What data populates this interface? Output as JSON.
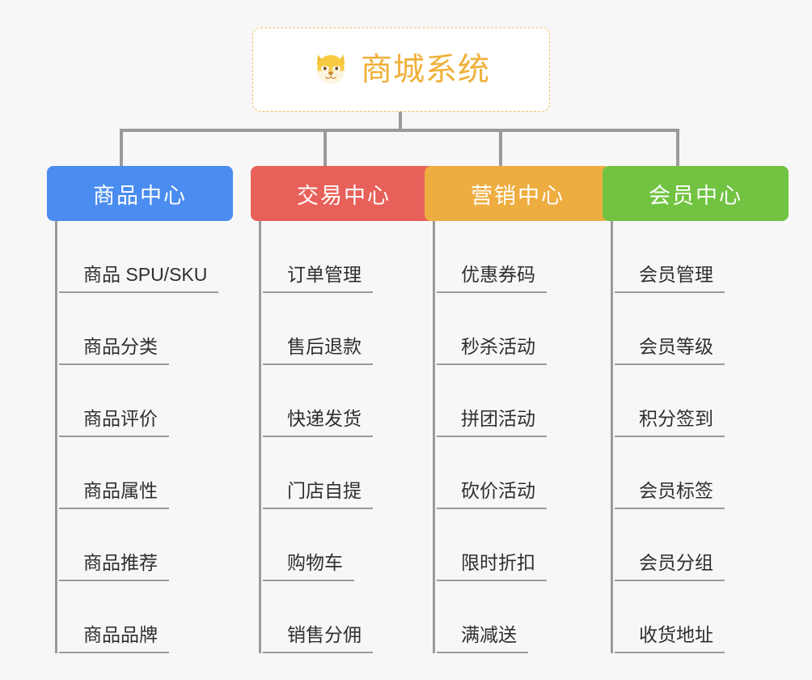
{
  "page": {
    "background_color": "#f7f7f7",
    "connector_color": "#9a9a9a",
    "leaf_text_color": "#2f2f2f"
  },
  "root": {
    "title": "商城系统",
    "icon": "shiba-dog-face-emoji",
    "text_color": "#efb03a",
    "border_color": "#f0c36a",
    "background_color": "#ffffff"
  },
  "branches": [
    {
      "label": "商品中心",
      "color": "#4a8cf0",
      "items": [
        "商品 SPU/SKU",
        "商品分类",
        "商品评价",
        "商品属性",
        "商品推荐",
        "商品品牌"
      ]
    },
    {
      "label": "交易中心",
      "color": "#e8605a",
      "items": [
        "订单管理",
        "售后退款",
        "快递发货",
        "门店自提",
        "购物车",
        "销售分佣"
      ]
    },
    {
      "label": "营销中心",
      "color": "#eead40",
      "items": [
        "优惠券码",
        "秒杀活动",
        "拼团活动",
        "砍价活动",
        "限时折扣",
        "满减送"
      ]
    },
    {
      "label": "会员中心",
      "color": "#71c341",
      "items": [
        "会员管理",
        "会员等级",
        "积分签到",
        "会员标签",
        "会员分组",
        "收货地址"
      ]
    }
  ]
}
